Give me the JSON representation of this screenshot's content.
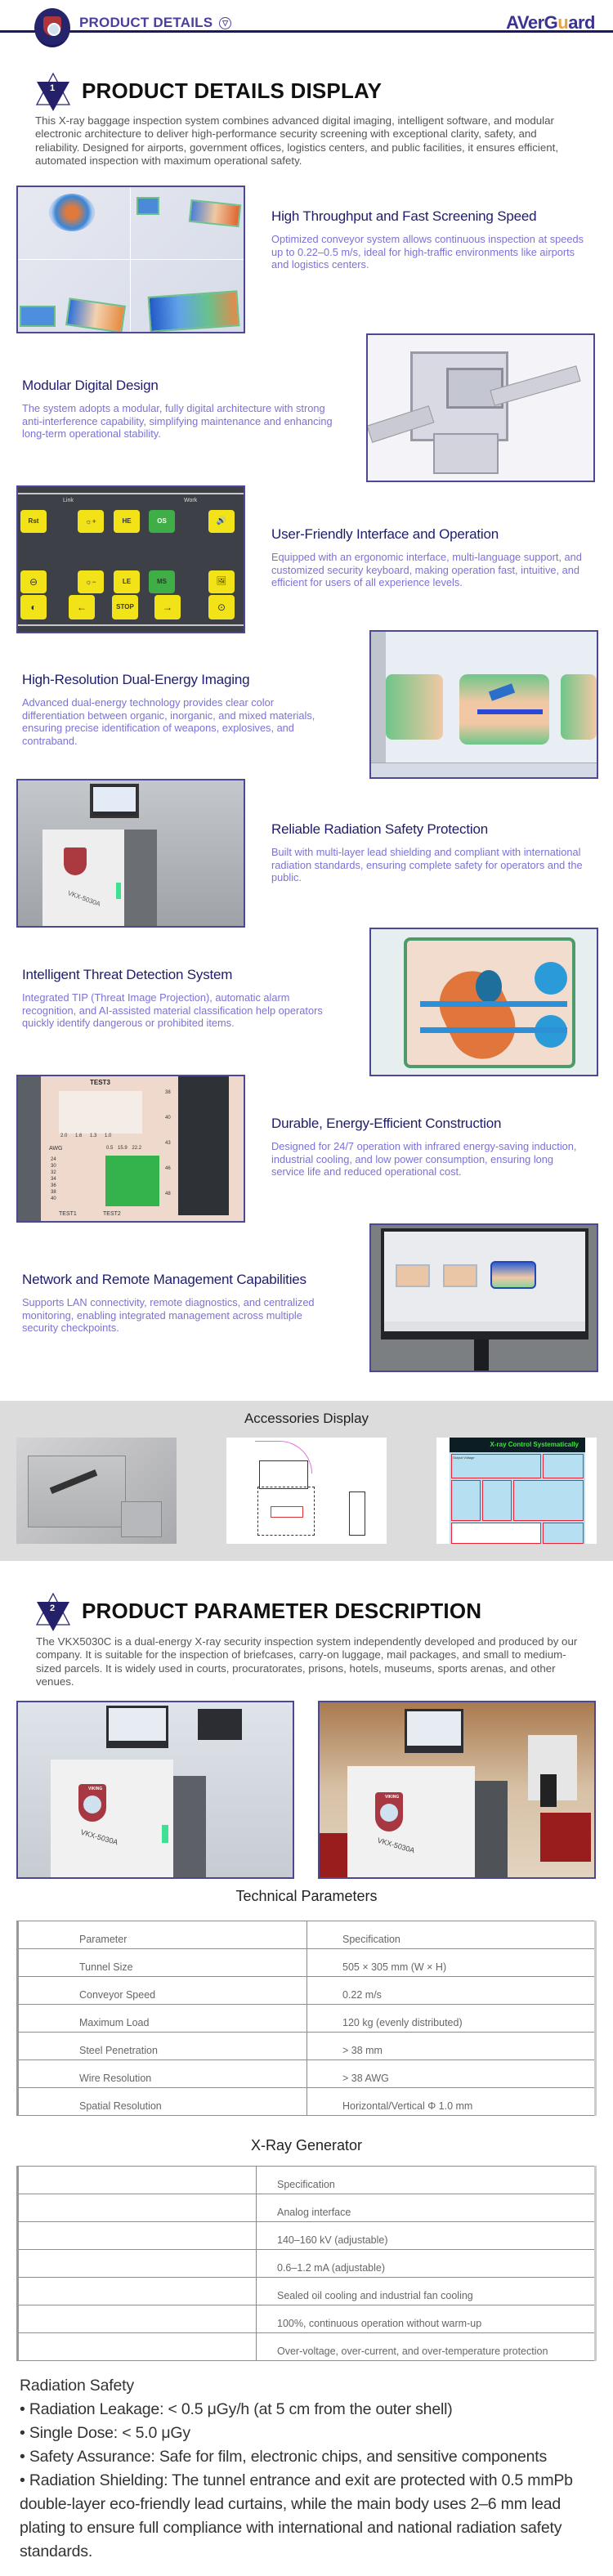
{
  "header": {
    "title": "PRODUCT DETAILS",
    "chevron_icon": "chevron-down-circle-icon",
    "brand_pre": "AVer",
    "brand_g": "G",
    "brand_u": "u",
    "brand_post": "ard",
    "logo_text": "VIKING"
  },
  "section1": {
    "number": "1",
    "title": "PRODUCT DETAILS DISPLAY",
    "intro": "This X-ray baggage inspection system combines advanced digital imaging, intelligent software, and modular electronic architecture to deliver high-performance security screening with exceptional clarity, safety, and reliability. Designed for airports, government offices, logistics centers, and public facilities, it ensures efficient, automated inspection with maximum operational safety.",
    "features": [
      {
        "title": "High Throughput and Fast Screening Speed",
        "desc": "Optimized conveyor system allows continuous inspection at speeds up to 0.22–0.5 m/s, ideal for high-traffic environments like airports and logistics centers.",
        "image": "xray-scan-collage"
      },
      {
        "title": "Modular Digital Design",
        "desc": "The system adopts a modular, fully digital architecture with strong anti-interference capability, simplifying maintenance and enhancing long-term operational stability.",
        "image": "machine-cad-model"
      },
      {
        "title": "User-Friendly Interface and Operation",
        "desc": "Equipped with an ergonomic interface, multi-language support, and customized security keyboard, making operation fast, intuitive, and efficient for users of all experience levels.",
        "image": "control-keyboard",
        "keys": [
          "Rst",
          "☼+",
          "HE",
          "OS",
          "🔊",
          "⊖",
          "☼−",
          "LE",
          "MS",
          "🖼",
          "◐",
          "←",
          "STOP",
          "→",
          "⊙"
        ],
        "indicators": [
          "Link",
          "Work"
        ]
      },
      {
        "title": "High-Resolution Dual-Energy Imaging",
        "desc": "Advanced dual-energy technology provides clear color differentiation between organic, inorganic, and mixed materials, ensuring precise identification of weapons, explosives, and contraband.",
        "image": "dual-energy-scan"
      },
      {
        "title": "Reliable Radiation Safety Protection",
        "desc": "Built with multi-layer lead shielding and compliant with international radiation standards, ensuring complete safety for operators and the public.",
        "image": "machine-photo",
        "model_label": "VKX-5030A"
      },
      {
        "title": "Intelligent Threat Detection System",
        "desc": "Integrated TIP (Threat Image Projection), automatic alarm recognition, and AI-assisted material classification help operators quickly identify dangerous or prohibited items.",
        "image": "suitcase-scan"
      },
      {
        "title": "Durable, Energy-Efficient Construction",
        "desc": "Designed for 24/7 operation with infrared energy-saving induction, industrial cooling, and low power consumption, ensuring long service life and reduced operational cost.",
        "image": "test-piece-scan",
        "test_labels": {
          "test3": "TEST3",
          "test1": "TEST1",
          "test2": "TEST2",
          "awg": "AWG",
          "bar_values": [
            "2.0",
            "1.6",
            "1.3",
            "1.0"
          ],
          "pen_values": [
            "0.5",
            "15.9",
            "22.2"
          ],
          "awg_values": [
            "24",
            "30",
            "32",
            "34",
            "36",
            "38",
            "40"
          ],
          "right_values": [
            "38",
            "40",
            "43",
            "46",
            "48"
          ]
        }
      },
      {
        "title": "Network and Remote Management Capabilities",
        "desc": "Supports LAN connectivity, remote diagnostics, and centralized monitoring, enabling integrated management across multiple security checkpoints.",
        "image": "monitor-display"
      }
    ]
  },
  "accessories": {
    "title": "Accessories Display",
    "items": [
      {
        "name": "xray-generator-unit"
      },
      {
        "name": "technical-drawing"
      },
      {
        "name": "control-software",
        "screen_title": "X-ray Control Systematically",
        "output_voltage": "Output Voltage",
        "output_current": "Output Current",
        "kv": "kV",
        "ma": "mA"
      }
    ]
  },
  "section2": {
    "number": "2",
    "title": "PRODUCT PARAMETER DESCRIPTION",
    "intro": "The VKX5030C is a dual-energy X-ray security inspection system independently developed and produced by our company. It is suitable for the inspection of briefcases, carry-on luggage, mail packages, and small to medium-sized parcels. It is widely used in courts, procuratorates, prisons, hotels, museums, sports arenas, and other venues.",
    "photos": [
      {
        "name": "installation-photo-lobby",
        "model_label": "VKX-5030A",
        "logo": "VIKING"
      },
      {
        "name": "installation-photo-hotel",
        "model_label": "VKX-5030A",
        "logo": "VIKING"
      }
    ]
  },
  "tech_params": {
    "title": "Technical Parameters",
    "headers": [
      "Parameter",
      "Specification"
    ],
    "rows": [
      [
        "Tunnel Size",
        "505 × 305 mm (W × H)"
      ],
      [
        "Conveyor Speed",
        "0.22 m/s"
      ],
      [
        "Maximum Load",
        "120 kg (evenly distributed)"
      ],
      [
        "Steel Penetration",
        "> 38 mm"
      ],
      [
        "Wire Resolution",
        "> 38 AWG"
      ],
      [
        "Spatial Resolution",
        "Horizontal/Vertical Φ 1.0 mm"
      ]
    ]
  },
  "xray_generator": {
    "title": "X-Ray Generator",
    "headers": [
      "",
      "Specification"
    ],
    "rows": [
      [
        "",
        "Analog interface"
      ],
      [
        "",
        "140–160 kV (adjustable)"
      ],
      [
        "",
        "0.6–1.2 mA (adjustable)"
      ],
      [
        "",
        "Sealed oil cooling and industrial fan cooling"
      ],
      [
        "",
        "100%, continuous operation without warm-up"
      ],
      [
        "",
        "Over-voltage, over-current, and over-temperature protection"
      ]
    ]
  },
  "radiation_safety": {
    "title": "Radiation Safety",
    "items": [
      "• Radiation Leakage: < 0.5 μGy/h (at 5 cm from the outer shell)",
      "• Single Dose: < 5.0 μGy",
      "• Safety Assurance: Safe for film, electronic chips, and sensitive components",
      "• Radiation Shielding: The tunnel entrance and exit are protected with 0.5 mmPb double-layer eco-friendly lead curtains, while the main body uses 2–6 mm lead plating to ensure full compliance with international and national radiation safety standards."
    ]
  }
}
